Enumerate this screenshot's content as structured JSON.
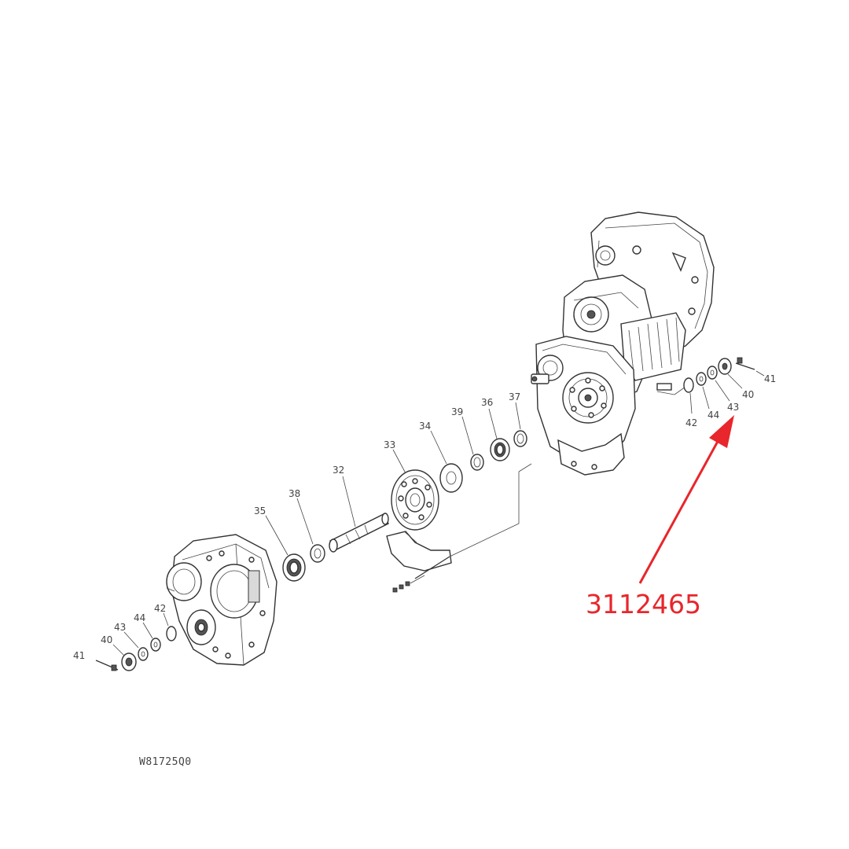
{
  "drawing_number": "W81725Q0",
  "highlight_part_number": "3112465",
  "highlight_color": "#e8262b",
  "callouts": {
    "c41_right": "41",
    "c40_right": "40",
    "c43_right": "43",
    "c44_right": "44",
    "c42_right": "42",
    "c37": "37",
    "c36": "36",
    "c39": "39",
    "c34": "34",
    "c33": "33",
    "c32": "32",
    "c38": "38",
    "c35": "35",
    "c42_left": "42",
    "c44_left": "44",
    "c43_left": "43",
    "c40_left": "40",
    "c41_left": "41"
  }
}
